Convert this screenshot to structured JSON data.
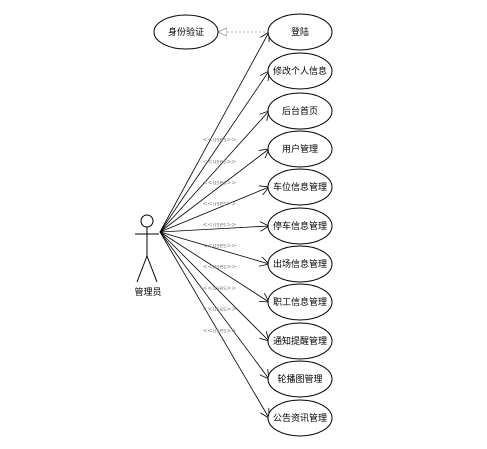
{
  "diagram": {
    "actor": {
      "label": "管理员"
    },
    "auth_case": {
      "label": "身份验证"
    },
    "use_cases": [
      {
        "label": "登陆"
      },
      {
        "label": "修改个人信息"
      },
      {
        "label": "后台首页"
      },
      {
        "label": "用户管理"
      },
      {
        "label": "车位信息管理"
      },
      {
        "label": "停车信息管理"
      },
      {
        "label": "出场信息管理"
      },
      {
        "label": "职工信息管理"
      },
      {
        "label": "通知提醒管理"
      },
      {
        "label": "轮播图管理"
      },
      {
        "label": "公告资讯管理"
      }
    ],
    "relation_label": "<<uses>>"
  }
}
